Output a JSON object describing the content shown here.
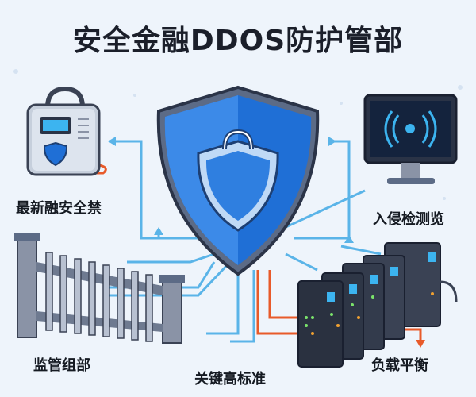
{
  "title": "安全金融DDOS防护管部",
  "labels": {
    "device": "最新融安全禁",
    "intrusion": "入侵检测览",
    "supervision": "监管组部",
    "standards": "关键高标准",
    "load_balance": "负载平衡"
  },
  "colors": {
    "background": "#eef4fb",
    "shield_blue": "#1f6fd6",
    "connector_blue": "#5ab4e8",
    "accent_orange": "#e85a2a",
    "frame_gray": "#8a93a6"
  }
}
